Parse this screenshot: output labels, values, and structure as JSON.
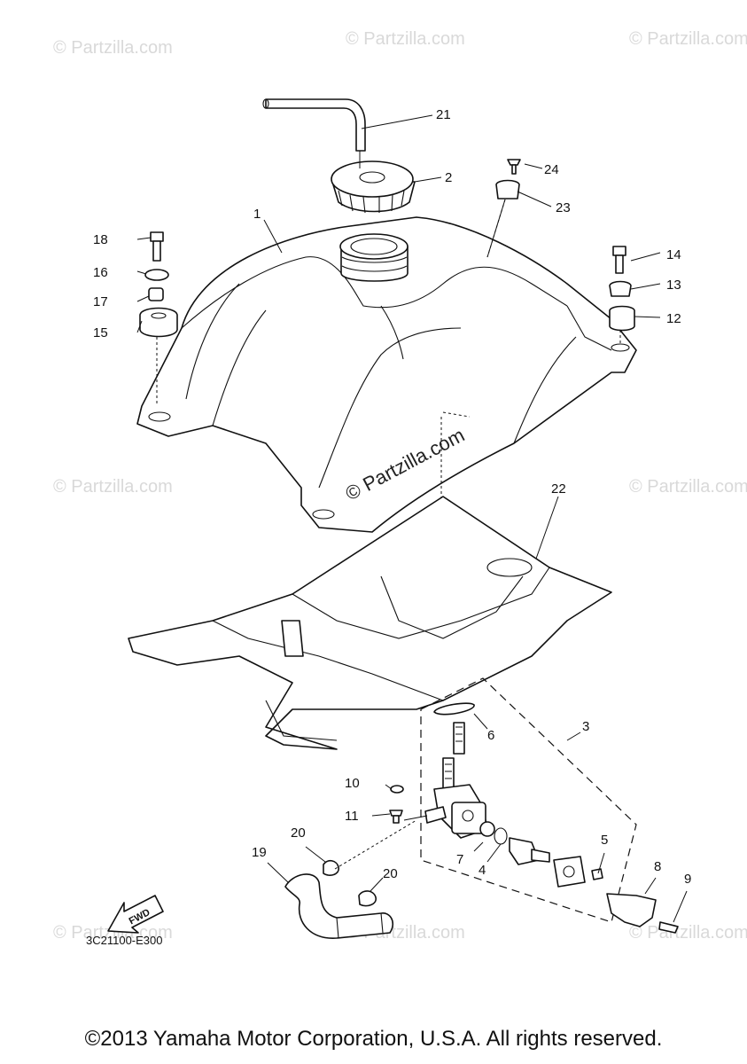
{
  "watermark": "© Partzilla.com",
  "diagram_code": "3C21100-E300",
  "fwd_label": "FWD",
  "copyright": "©2013 Yamaha Motor Corporation, U.S.A. All rights reserved.",
  "callouts": {
    "c1": "1",
    "c2": "2",
    "c3": "3",
    "c4": "4",
    "c5": "5",
    "c6": "6",
    "c7": "7",
    "c8": "8",
    "c9": "9",
    "c10": "10",
    "c11": "11",
    "c12": "12",
    "c13": "13",
    "c14": "14",
    "c15": "15",
    "c16": "16",
    "c17": "17",
    "c18": "18",
    "c19": "19",
    "c20a": "20",
    "c20b": "20",
    "c21": "21",
    "c22": "22",
    "c23": "23",
    "c24": "24"
  }
}
